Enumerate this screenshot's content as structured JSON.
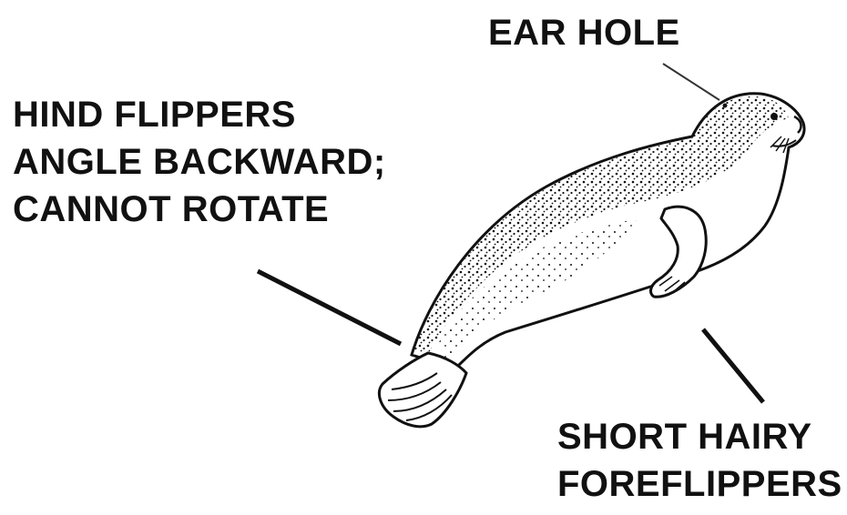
{
  "labels": {
    "ear_hole": "EAR HOLE",
    "hind_flippers": [
      "HIND FLIPPERS",
      "ANGLE BACKWARD;",
      "CANNOT ROTATE"
    ],
    "fore_flippers": [
      "SHORT HAIRY",
      "FOREFLIPPERS"
    ]
  },
  "colors": {
    "ink": "#111111",
    "background": "#ffffff"
  }
}
